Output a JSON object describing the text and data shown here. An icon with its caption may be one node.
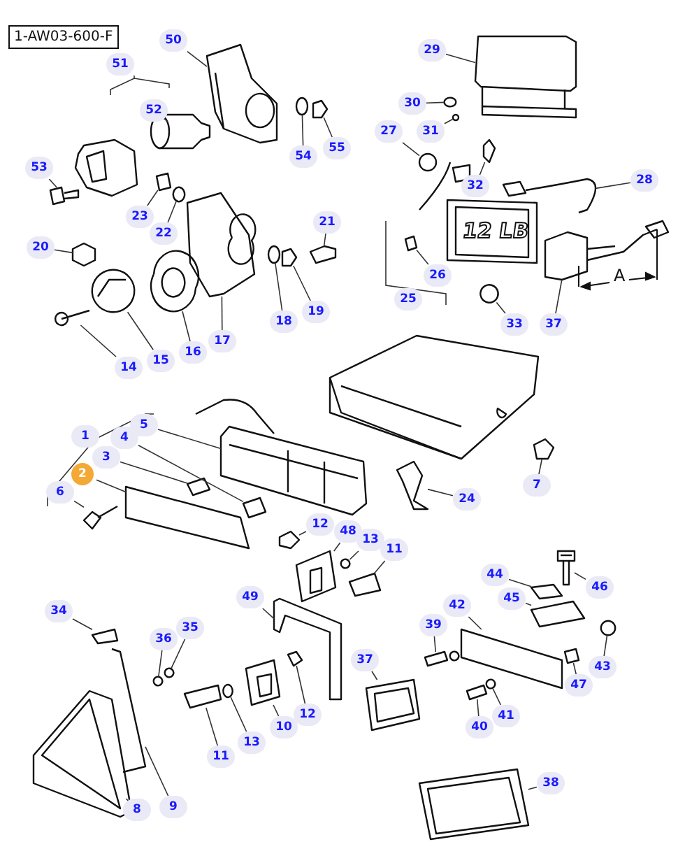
{
  "diagram": {
    "nodes": [
      {
        "text": [
          "50"
        ]
      },
      {
        "text": [
          "51"
        ]
      },
      {
        "text": [
          "52"
        ]
      },
      {
        "text": [
          "53"
        ]
      },
      {
        "text": [
          "54"
        ]
      },
      {
        "text": [
          "55"
        ]
      },
      {
        "text": [
          "23"
        ]
      },
      {
        "text": [
          "22"
        ]
      },
      {
        "text": [
          "21"
        ]
      },
      {
        "text": [
          "20"
        ]
      },
      {
        "text": [
          "19"
        ]
      },
      {
        "text": [
          "18"
        ]
      },
      {
        "text": [
          "17"
        ]
      },
      {
        "text": [
          "16"
        ]
      },
      {
        "text": [
          "15"
        ]
      },
      {
        "text": [
          "14"
        ]
      },
      {
        "text": [
          "29"
        ]
      },
      {
        "text": [
          "30"
        ]
      },
      {
        "text": [
          "31"
        ]
      },
      {
        "text": [
          "27"
        ]
      },
      {
        "text": [
          "32"
        ]
      },
      {
        "text": [
          "28"
        ]
      },
      {
        "text": [
          "26"
        ]
      },
      {
        "text": [
          "25"
        ]
      },
      {
        "text": [
          "33"
        ]
      },
      {
        "text": [
          "37"
        ]
      },
      {
        "text": [
          "1"
        ]
      },
      {
        "text": [
          "5"
        ]
      },
      {
        "text": [
          "4"
        ]
      },
      {
        "text": [
          "3"
        ]
      },
      {
        "text": [
          "2"
        ]
      },
      {
        "text": [
          "6"
        ]
      },
      {
        "text": [
          "24"
        ]
      },
      {
        "text": [
          "7"
        ]
      },
      {
        "text": [
          "12"
        ]
      },
      {
        "text": [
          "48"
        ]
      },
      {
        "text": [
          "13"
        ]
      },
      {
        "text": [
          "11"
        ]
      },
      {
        "text": [
          "49"
        ]
      },
      {
        "text": [
          "44"
        ]
      },
      {
        "text": [
          "45"
        ]
      },
      {
        "text": [
          "46"
        ]
      },
      {
        "text": [
          "42"
        ]
      },
      {
        "text": [
          "39"
        ]
      },
      {
        "text": [
          "43"
        ]
      },
      {
        "text": [
          "47"
        ]
      },
      {
        "text": [
          "40"
        ]
      },
      {
        "text": [
          "41"
        ]
      },
      {
        "text": [
          "37"
        ]
      },
      {
        "text": [
          "12"
        ]
      },
      {
        "text": [
          "10"
        ]
      },
      {
        "text": [
          "13"
        ]
      },
      {
        "text": [
          "11"
        ]
      },
      {
        "text": [
          "34"
        ]
      },
      {
        "text": [
          "36"
        ]
      },
      {
        "text": [
          "35"
        ]
      },
      {
        "text": [
          "8"
        ]
      },
      {
        "text": [
          "9"
        ]
      },
      {
        "text": [
          "38"
        ]
      },
      {
        "text": [],
        "shape": "picture"
      },
      {
        "text": [],
        "shape": "picture"
      },
      {
        "text": [],
        "shape": "picture"
      },
      {
        "text": [],
        "shape": "picture"
      },
      {
        "text": [],
        "shape": "picture"
      },
      {
        "text": [],
        "shape": "picture"
      },
      {
        "text": [],
        "shape": "picture"
      },
      {
        "text": [],
        "shape": "picture"
      },
      {
        "text": [],
        "shape": "picture"
      },
      {
        "text": [],
        "shape": "picture"
      },
      {
        "text": [],
        "shape": "picture"
      },
      {
        "text": [],
        "shape": "picture"
      },
      {
        "text": [],
        "shape": "picture"
      },
      {
        "text": [],
        "shape": "picture"
      },
      {
        "text": [],
        "shape": "picture"
      },
      {
        "text": [],
        "shape": "picture"
      },
      {
        "text": [],
        "shape": "picture"
      },
      {
        "text": [],
        "shape": "picture"
      },
      {
        "text": [],
        "shape": "picture"
      },
      {
        "text": [],
        "shape": "picture"
      },
      {
        "text": [],
        "shape": "picture"
      },
      {
        "text": [],
        "shape": "picture"
      },
      {
        "text": [],
        "shape": "picture"
      },
      {
        "text": [],
        "shape": "picture"
      },
      {
        "text": [],
        "shape": "picture"
      },
      {
        "text": [],
        "shape": "picture"
      },
      {
        "text": [],
        "shape": "picture"
      },
      {
        "text": [],
        "shape": "picture"
      },
      {
        "text": [],
        "shape": "picture"
      },
      {
        "text": [],
        "shape": "picture"
      },
      {
        "text": [],
        "shape": "picture"
      },
      {
        "text": [],
        "shape": "picture"
      },
      {
        "text": [],
        "shape": "picture"
      },
      {
        "text": [],
        "shape": "picture"
      },
      {
        "text": [],
        "shape": "picture"
      },
      {
        "text": [],
        "shape": "picture"
      },
      {
        "text": [],
        "shape": "picture"
      },
      {
        "text": [],
        "shape": "picture"
      },
      {
        "text": [],
        "shape": "picture"
      },
      {
        "text": [],
        "shape": "picture"
      },
      {
        "text": [],
        "shape": "picture"
      },
      {
        "text": [],
        "shape": "picture"
      },
      {
        "text": [],
        "shape": "picture"
      },
      {
        "text": [],
        "shape": "picture"
      },
      {
        "text": [],
        "shape": "picture"
      },
      {
        "text": [],
        "shape": "picture"
      },
      {
        "text": [],
        "shape": "picture"
      },
      {
        "text": [],
        "shape": "picture"
      },
      {
        "text": [],
        "shape": "picture"
      },
      {
        "text": [],
        "shape": "picture"
      },
      {
        "text": [],
        "shape": "picture"
      },
      {
        "text": [],
        "shape": "picture"
      },
      {
        "text": [],
        "shape": "picture"
      },
      {
        "text": [],
        "shape": "picture"
      },
      {
        "text": [],
        "shape": "picture"
      },
      {
        "text": [],
        "shape": "picture"
      },
      {
        "text": [],
        "shape": "picture"
      }
    ],
    "edges": [
      {
        "from": 0,
        "to": 59,
        "arrow": "none"
      },
      {
        "from": 2,
        "to": 60,
        "arrow": "none"
      },
      {
        "from": 3,
        "to": 61,
        "arrow": "none"
      },
      {
        "from": 4,
        "to": 62,
        "arrow": "none"
      },
      {
        "from": 5,
        "to": 63,
        "arrow": "none"
      },
      {
        "from": 6,
        "to": 64,
        "arrow": "none"
      },
      {
        "from": 7,
        "to": 65,
        "arrow": "none"
      },
      {
        "from": 8,
        "to": 69,
        "arrow": "none"
      },
      {
        "from": 9,
        "to": 70,
        "arrow": "none"
      },
      {
        "from": 10,
        "to": 68,
        "arrow": "none"
      },
      {
        "from": 11,
        "to": 67,
        "arrow": "none"
      },
      {
        "from": 12,
        "to": 66,
        "arrow": "none"
      },
      {
        "from": 13,
        "to": 72,
        "arrow": "none"
      },
      {
        "from": 14,
        "to": 71,
        "arrow": "none"
      },
      {
        "from": 15,
        "to": 73,
        "arrow": "none"
      },
      {
        "from": 16,
        "to": 74,
        "arrow": "none"
      },
      {
        "from": 17,
        "to": 75,
        "arrow": "none"
      },
      {
        "from": 18,
        "to": 76,
        "arrow": "none"
      },
      {
        "from": 19,
        "to": 77,
        "arrow": "none"
      },
      {
        "from": 20,
        "to": 78,
        "arrow": "none"
      },
      {
        "from": 21,
        "to": 79,
        "arrow": "none"
      },
      {
        "from": 22,
        "to": 80,
        "arrow": "none"
      },
      {
        "from": 24,
        "to": 81,
        "arrow": "none"
      },
      {
        "from": 25,
        "to": 82,
        "arrow": "none"
      },
      {
        "from": 27,
        "to": 83,
        "arrow": "none"
      },
      {
        "from": 28,
        "to": 84,
        "arrow": "none"
      },
      {
        "from": 29,
        "to": 85,
        "arrow": "none"
      },
      {
        "from": 30,
        "to": 86,
        "arrow": "none"
      },
      {
        "from": 31,
        "to": 87,
        "arrow": "none"
      },
      {
        "from": 32,
        "to": 88,
        "arrow": "none"
      },
      {
        "from": 33,
        "to": 89,
        "arrow": "none"
      },
      {
        "from": 34,
        "to": 90,
        "arrow": "none"
      },
      {
        "from": 35,
        "to": 91,
        "arrow": "none"
      },
      {
        "from": 36,
        "to": 92,
        "arrow": "none"
      },
      {
        "from": 37,
        "to": 93,
        "arrow": "none"
      },
      {
        "from": 38,
        "to": 94,
        "arrow": "none"
      },
      {
        "from": 39,
        "to": 95,
        "arrow": "none"
      },
      {
        "from": 40,
        "to": 96,
        "arrow": "none"
      },
      {
        "from": 41,
        "to": 97,
        "arrow": "none"
      },
      {
        "from": 42,
        "to": 98,
        "arrow": "none"
      },
      {
        "from": 43,
        "to": 99,
        "arrow": "none"
      },
      {
        "from": 44,
        "to": 100,
        "arrow": "none"
      },
      {
        "from": 45,
        "to": 101,
        "arrow": "none"
      },
      {
        "from": 46,
        "to": 102,
        "arrow": "none"
      },
      {
        "from": 47,
        "to": 103,
        "arrow": "none"
      },
      {
        "from": 48,
        "to": 104,
        "arrow": "none"
      },
      {
        "from": 49,
        "to": 105,
        "arrow": "none"
      },
      {
        "from": 50,
        "to": 106,
        "arrow": "none"
      },
      {
        "from": 51,
        "to": 107,
        "arrow": "none"
      },
      {
        "from": 52,
        "to": 108,
        "arrow": "none"
      },
      {
        "from": 53,
        "to": 109,
        "arrow": "none"
      },
      {
        "from": 54,
        "to": 110,
        "arrow": "none"
      },
      {
        "from": 55,
        "to": 111,
        "arrow": "none"
      },
      {
        "from": 56,
        "to": 112,
        "arrow": "none"
      },
      {
        "from": 57,
        "to": 113,
        "arrow": "none"
      },
      {
        "from": 58,
        "to": 114,
        "arrow": "none"
      }
    ],
    "labels": [
      "1-AW03-600-F",
      "12 LB",
      "A"
    ]
  }
}
